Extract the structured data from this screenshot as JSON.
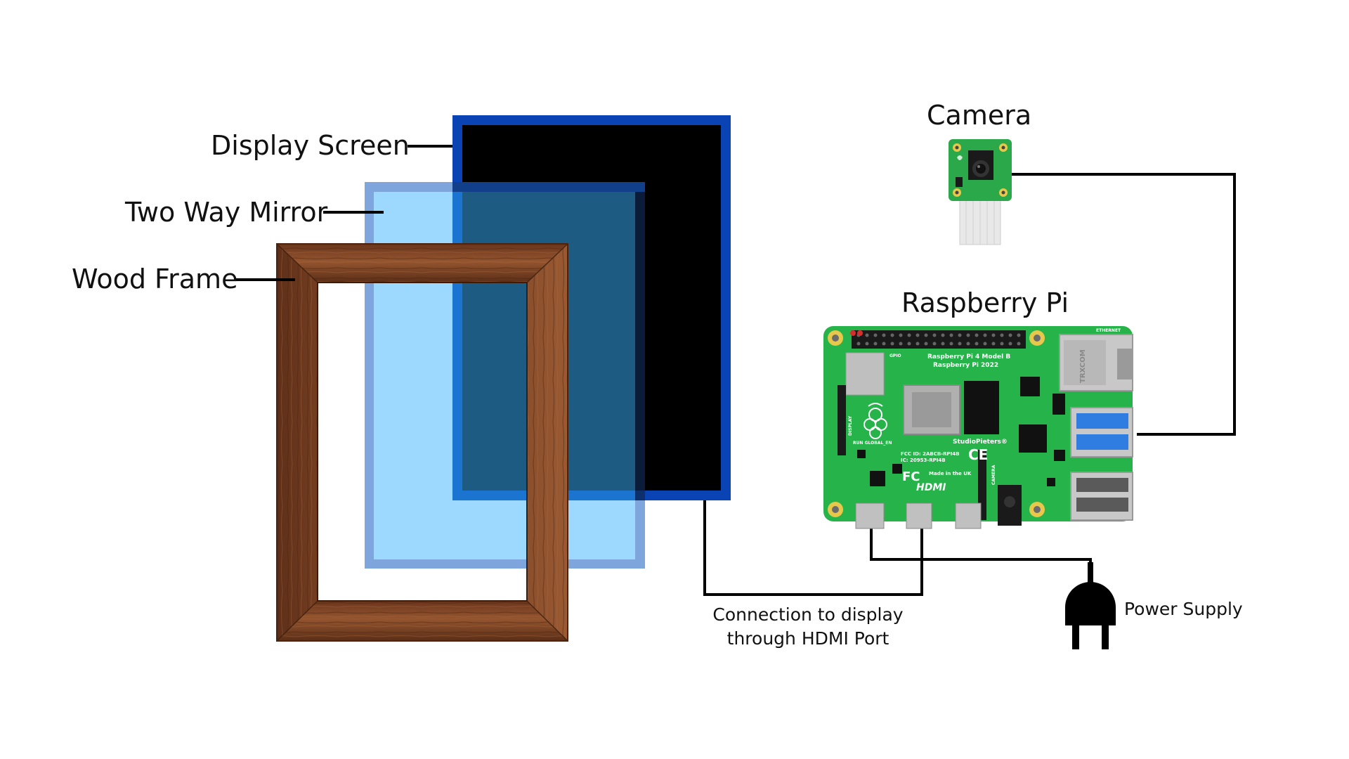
{
  "labels": {
    "display_screen": "Display Screen",
    "two_way_mirror": "Two Way Mirror",
    "wood_frame": "Wood Frame",
    "camera": "Camera",
    "raspberry_pi": "Raspberry Pi",
    "hdmi_line1": "Connection to display",
    "hdmi_line2": "through HDMI Port",
    "power_supply": "Power Supply"
  },
  "board_text": {
    "model": "Raspberry Pi 4 Model B",
    "copyright": "Raspberry Pi 2022",
    "brand": "StudioPieters®",
    "fcc_id": "FCC ID: 2ABCB-RPI4B",
    "ic": "IC: 20953-RPI4B",
    "made_in": "Made in the UK",
    "hdmi_logo": "HDMI",
    "ce_mark": "CE",
    "fc_mark": "FC",
    "gpio": "GPIO",
    "ethernet": "ETHERNET",
    "run_global": "RUN  GLOBAL_EN",
    "display_port": "DISPLAY",
    "camera_port": "CAMERA",
    "eth_jack": "TRXCOM"
  },
  "colors": {
    "screen_border": "#0a44b4",
    "screen_fill": "#000000",
    "mirror_border": "#7fa6dc",
    "mirror_fill": "#9dd9ff",
    "overlap_fill": "#1d5b82",
    "wood": "#7a4226",
    "pcb": "#26b34a",
    "wire": "#000000"
  },
  "icons": [
    "raspberry-logo-icon",
    "power-plug-icon",
    "camera-lens-icon"
  ]
}
